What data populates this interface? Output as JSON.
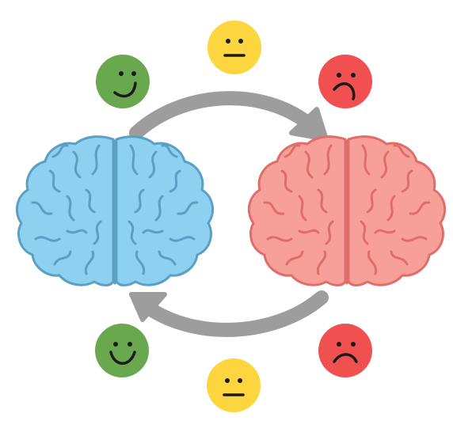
{
  "colors": {
    "background": "#ffffff",
    "arrow": "#9d9d9d",
    "brain_left_fill": "#8dd0ef",
    "brain_left_stroke": "#5aa0c4",
    "brain_right_fill": "#f7a09a",
    "brain_right_stroke": "#df6d6a",
    "face_happy": "#6aa84f",
    "face_neutral": "#fcd53f",
    "face_sad": "#f05050",
    "face_feature": "#1b1b1b"
  },
  "icons": {
    "left_brain": "brain-icon",
    "right_brain": "brain-icon",
    "top_arrow": "curved-arrow-right-icon",
    "bottom_arrow": "curved-arrow-left-icon",
    "faces": [
      "happy-face-icon",
      "neutral-face-icon",
      "sad-face-icon"
    ]
  },
  "faces": [
    {
      "mood": "happy",
      "position": "top-left"
    },
    {
      "mood": "neutral",
      "position": "top-center"
    },
    {
      "mood": "sad",
      "position": "top-right"
    },
    {
      "mood": "happy",
      "position": "bottom-left"
    },
    {
      "mood": "neutral",
      "position": "bottom-center"
    },
    {
      "mood": "sad",
      "position": "bottom-right"
    }
  ]
}
